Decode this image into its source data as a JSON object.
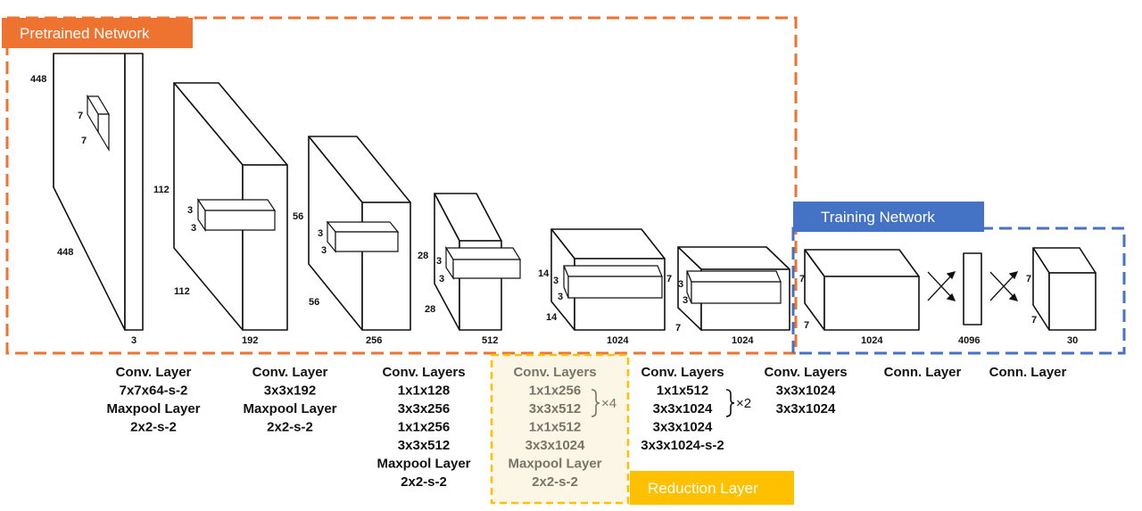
{
  "labels": {
    "pretrained": "Pretrained Network",
    "training": "Training Network",
    "reduction": "Reduction Layer"
  },
  "colors": {
    "pretrained": "#ee7330",
    "training": "#4472c4",
    "reduction": "#ffc000",
    "reduction_fill": "#fbf6e6"
  },
  "dims": {
    "input_h": "448",
    "input_w": "448",
    "input_k1": "7",
    "input_k2": "7",
    "input_c": "3",
    "b1_h": "112",
    "b1_w": "112",
    "b1_k1": "3",
    "b1_k2": "3",
    "b1_c": "192",
    "b2_h": "56",
    "b2_w": "56",
    "b2_k1": "3",
    "b2_k2": "3",
    "b2_c": "256",
    "b3_h": "28",
    "b3_w": "28",
    "b3_k1": "3",
    "b3_k2": "3",
    "b3_c": "512",
    "b4_h": "14",
    "b4_w": "14",
    "b4_k1": "3",
    "b4_k2": "3",
    "b4_c": "1024",
    "b5_h": "7",
    "b5_w": "7",
    "b5_k1": "3",
    "b5_k2": "3",
    "b5_c": "1024",
    "t1_h": "7",
    "t1_w": "7",
    "t1_c": "1024",
    "fc_c": "4096",
    "out_h": "7",
    "out_w": "7",
    "out_c": "30"
  },
  "captions": {
    "c1": [
      "Conv. Layer",
      "7x7x64-s-2",
      "Maxpool Layer",
      "2x2-s-2"
    ],
    "c2": [
      "Conv. Layer",
      "3x3x192",
      "Maxpool Layer",
      "2x2-s-2"
    ],
    "c3": [
      "Conv. Layers",
      "1x1x128",
      "3x3x256",
      "1x1x256",
      "3x3x512",
      "Maxpool Layer",
      "2x2-s-2"
    ],
    "c4": [
      "Conv. Layers",
      "1x1x256",
      "3x3x512",
      "1x1x512",
      "3x3x1024",
      "Maxpool Layer",
      "2x2-s-2"
    ],
    "c4_mult": "×4",
    "c5": [
      "Conv. Layers",
      "1x1x512",
      "3x3x1024",
      "3x3x1024",
      "3x3x1024-s-2"
    ],
    "c5_mult": "×2",
    "c6": [
      "Conv. Layers",
      "3x3x1024",
      "3x3x1024"
    ],
    "c7": [
      "Conn. Layer"
    ],
    "c8": [
      "Conn. Layer"
    ]
  }
}
